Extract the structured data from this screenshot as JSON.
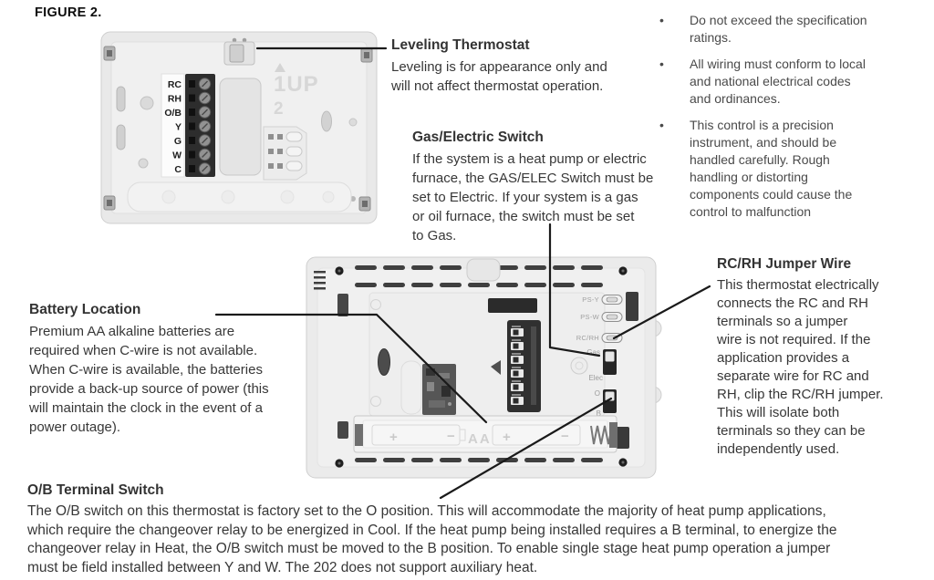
{
  "figure_label": "FIGURE 2.",
  "colors": {
    "callout_line": "#1a1a1a",
    "body_text": "#373737",
    "notes_text": "#4a4a4a",
    "plate_gray": "#ebebeb",
    "terminal_block": "#2d2d2d"
  },
  "callouts": {
    "leveling": {
      "title": "Leveling Thermostat",
      "lines": [
        "Leveling is for appearance only and",
        "will not affect thermostat operation."
      ]
    },
    "gas_electric": {
      "title": "Gas/Electric Switch",
      "lines": [
        "If the system is a heat pump or electric",
        "furnace, the GAS/ELEC Switch must be",
        "set to Electric. If your system is a gas",
        "or oil furnace, the switch must be set",
        "to Gas."
      ]
    },
    "rc_rh": {
      "title": "RC/RH Jumper Wire",
      "lines": [
        "This thermostat electrically",
        "connects the RC and RH",
        "terminals so a jumper",
        "wire is not required. If the",
        "application provides a",
        "separate wire for RC and",
        "RH, clip the RC/RH jumper.",
        "This will isolate both",
        "terminals so they can be",
        "independently used."
      ]
    },
    "battery": {
      "title": "Battery Location",
      "lines": [
        "Premium AA alkaline batteries are",
        "required when C-wire is not available.",
        "When C-wire is available, the batteries",
        "provide a back-up source of power (this",
        "will maintain the clock in the event of a",
        "power outage)."
      ]
    },
    "ob": {
      "title": "O/B Terminal Switch",
      "lines": [
        "The O/B switch on this thermostat is factory set to the O position. This will accommodate the majority of heat pump applications,",
        "which require the changeover relay to be energized in Cool. If the heat pump being installed requires a B terminal, to energize the",
        "changeover relay in Heat, the O/B switch must be moved to the B position. To enable single stage heat pump operation a jumper",
        "must be field installed between Y and W. The 202 does not support auxiliary heat."
      ]
    }
  },
  "notes": [
    {
      "lines": [
        "Do not exceed the specification",
        "ratings."
      ]
    },
    {
      "lines": [
        "All wiring must conform to local",
        "and national electrical codes",
        "and ordinances."
      ]
    },
    {
      "lines": [
        "This control is a precision",
        "instrument, and should be",
        "handled carefully. Rough",
        "handling or distorting",
        "components could cause the",
        "control to malfunction"
      ]
    }
  ],
  "wall_plate": {
    "terminals": [
      "RC",
      "RH",
      "O/B",
      "Y",
      "G",
      "W",
      "C"
    ],
    "molded_up": "1UP",
    "molded_2": "2"
  },
  "back_plate": {
    "jumpers": [
      "PS-Y",
      "PS-W",
      "RC/RH"
    ],
    "gas": "Gas",
    "elec": "Elec",
    "o": "O",
    "b": "B",
    "aa": "AA",
    "plus": "+",
    "minus": "−"
  }
}
